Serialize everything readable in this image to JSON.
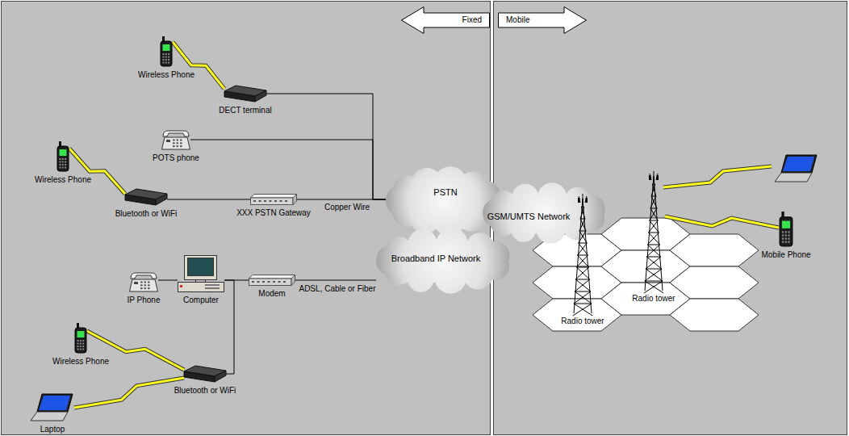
{
  "diagram": {
    "nodes": [
      {
        "text": [
          "Fixed"
        ]
      },
      {
        "text": [
          "Mobile"
        ]
      },
      {
        "text": [
          "Wireless Phone"
        ]
      },
      {
        "text": [
          "DECT terminal"
        ]
      },
      {
        "text": [
          "POTS phone"
        ]
      },
      {
        "text": [
          "Wireless Phone"
        ]
      },
      {
        "text": [
          "Bluetooth or WiFi"
        ]
      },
      {
        "text": [
          "XXX PSTN Gateway"
        ]
      },
      {
        "text": [
          "PSTN"
        ]
      },
      {
        "text": [
          "GSM/UMTS Network"
        ]
      },
      {
        "text": [
          "Broadband IP Network"
        ]
      },
      {
        "text": [
          "IP Phone"
        ]
      },
      {
        "text": [
          "Computer"
        ]
      },
      {
        "text": [
          "Modem"
        ]
      },
      {
        "text": [
          "Wireless Phone"
        ]
      },
      {
        "text": [
          "Bluetooth or WiFi"
        ]
      },
      {
        "text": [
          "Laptop"
        ]
      },
      {
        "text": [
          "Radio tower"
        ]
      },
      {
        "text": [
          "Radio tower"
        ]
      },
      {
        "text": [
          "Mobile Phone"
        ]
      }
    ],
    "edges": [
      {
        "from": 2,
        "to": 3,
        "arrow": "none"
      },
      {
        "from": 3,
        "to": 8,
        "arrow": "none"
      },
      {
        "from": 4,
        "to": 8,
        "arrow": "none"
      },
      {
        "from": 5,
        "to": 6,
        "arrow": "none"
      },
      {
        "from": 6,
        "to": 7,
        "arrow": "none"
      },
      {
        "from": 7,
        "to": 8,
        "label": "Copper Wire",
        "arrow": "none"
      },
      {
        "from": 11,
        "to": 12,
        "arrow": "none"
      },
      {
        "from": 12,
        "to": 13,
        "arrow": "none"
      },
      {
        "from": 13,
        "to": 10,
        "label": "ADSL, Cable or Fiber",
        "arrow": "none"
      },
      {
        "from": 14,
        "to": 15,
        "arrow": "none"
      },
      {
        "from": 16,
        "to": 15,
        "arrow": "none"
      },
      {
        "from": 15,
        "to": 12,
        "arrow": "none"
      },
      {
        "from": 18,
        "to": 19,
        "arrow": "none"
      }
    ]
  }
}
